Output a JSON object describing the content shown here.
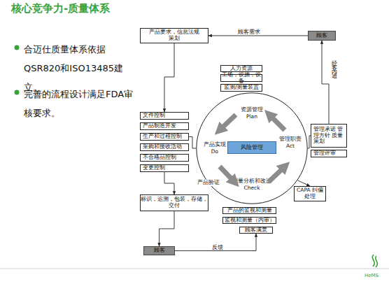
{
  "diagram": {
    "title": "核心竞争力-质量体系",
    "nodes": [
      {
        "text": [
          "产品要求，信息法规策划"
        ]
      },
      {
        "text": [
          "顾客"
        ]
      },
      {
        "text": [
          "人力资源"
        ]
      },
      {
        "text": [
          "工场，设施，设备"
        ]
      },
      {
        "text": [
          "监测/测量装置"
        ]
      },
      {
        "text": [
          "资源管理 Plan",
          "产品实现 Do",
          "管理职责 Act",
          "测量分析和改进 Check"
        ]
      },
      {
        "text": [
          "风险管理"
        ],
        "in": 5
      },
      {
        "text": [
          "文件控制"
        ]
      },
      {
        "text": [
          "产品制造开发"
        ]
      },
      {
        "text": [
          "生产和过程控制"
        ]
      },
      {
        "text": [
          "采购和接收活动"
        ]
      },
      {
        "text": [
          "不合格品控制"
        ]
      },
      {
        "text": [
          "变更控制"
        ]
      },
      {
        "text": [
          "管理承诺 管理方针 质量策划"
        ]
      },
      {
        "text": [
          "管理评审"
        ]
      },
      {
        "text": [
          "CAPA 纠偏处理"
        ]
      },
      {
        "text": [
          "标识，追溯，包装，存储，交付"
        ]
      },
      {
        "text": [
          "产品的监视和测量"
        ]
      },
      {
        "text": [
          "监视和测量（内审）"
        ]
      },
      {
        "text": [
          "顾客满意"
        ]
      },
      {
        "text": [
          "顾客"
        ]
      }
    ],
    "edges": [
      {
        "from": 1,
        "to": 0,
        "label": "顾客需求",
        "arrow": "to"
      },
      {
        "from": 0,
        "to": 7,
        "arrow": "to"
      },
      {
        "from": 9,
        "to": 5,
        "arrow": "none"
      },
      {
        "from": 5,
        "to": 13,
        "arrow": "none"
      },
      {
        "from": 5,
        "to": 15,
        "arrow": "to"
      },
      {
        "from": 13,
        "to": 1,
        "label": "经客内通",
        "arrow": "to"
      },
      {
        "from": 12,
        "to": 16,
        "label": "产品验证",
        "arrow": "to"
      },
      {
        "from": 16,
        "to": 20,
        "arrow": "to"
      },
      {
        "from": 20,
        "to": 19,
        "label": "反馈",
        "arrow": "to"
      }
    ],
    "labels": [
      "合迈仕质量体系依据 QSR820和ISO13485建立。",
      "完善的流程设计满足FDA审 核要求。",
      "HeMS"
    ]
  }
}
